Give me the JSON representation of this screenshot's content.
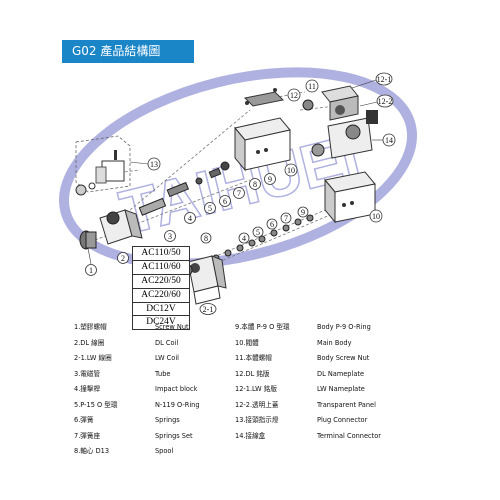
{
  "header": {
    "title": "G02 產品結構圖"
  },
  "watermark": {
    "text": "TAIHUEI"
  },
  "voltage_options": [
    "AC110/50",
    "AC110/60",
    "AC220/50",
    "AC220/60",
    "DC12V",
    "DC24V"
  ],
  "callouts": [
    "1",
    "2",
    "2-1",
    "3",
    "4",
    "5",
    "6",
    "7",
    "8",
    "9",
    "10",
    "11",
    "12",
    "12-1",
    "12-2",
    "13",
    "14"
  ],
  "parts_left": {
    "zh": [
      "1.塑膠螺帽",
      "2.DL 線圈",
      "2-1.LW 線圈",
      "3.電磁管",
      "4.撞擊桿",
      "5.P-15 O 型環",
      "6.彈簧",
      "7.彈簧座",
      "8.軸心 D13"
    ],
    "en": [
      "Screw Nut",
      "DL Coil",
      "LW Coil",
      "Tube",
      "Impact block",
      "N-119 O-Ring",
      "Springs",
      "Springs Set",
      "Spool"
    ]
  },
  "parts_right": {
    "zh": [
      "9.本體 P-9 O 型環",
      "10.閥體",
      "11.本體螺帽",
      "12.DL 銘版",
      "12-1.LW 銘版",
      "12-2.透明上蓋",
      "13.接頭指示燈",
      "14.接線盒"
    ],
    "en": [
      "Body P-9 O-Ring",
      "Main Body",
      "Body Screw Nut",
      "DL Nameplate",
      "LW Nameplate",
      "Transparent Panel",
      "Plug Connector",
      "Terminal Connector"
    ]
  },
  "colors": {
    "header_bg": "#1a86c8",
    "watermark": "#6f72c8"
  }
}
